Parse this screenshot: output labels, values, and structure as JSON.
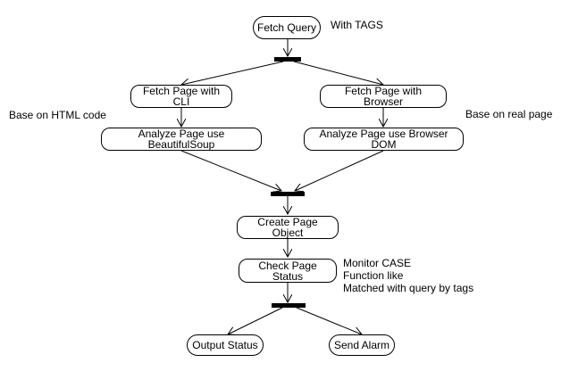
{
  "nodes": {
    "fetch_query": "Fetch Query",
    "fetch_cli": "Fetch Page with\nCLI",
    "fetch_browser": "Fetch Page with\nBrowser",
    "analyze_soup": "Analyze Page use\nBeautifulSoup",
    "analyze_dom": "Analyze Page use Browser\nDOM",
    "create_object": "Create Page\nObject",
    "check_status": "Check Page\nStatus",
    "output_status": "Output Status",
    "send_alarm": "Send Alarm"
  },
  "notes": {
    "tags": "With TAGS",
    "html_code": "Base on HTML code",
    "real_page": "Base on real page",
    "monitor": "Monitor CASE\nFunction like\nMatched with query by tags"
  }
}
